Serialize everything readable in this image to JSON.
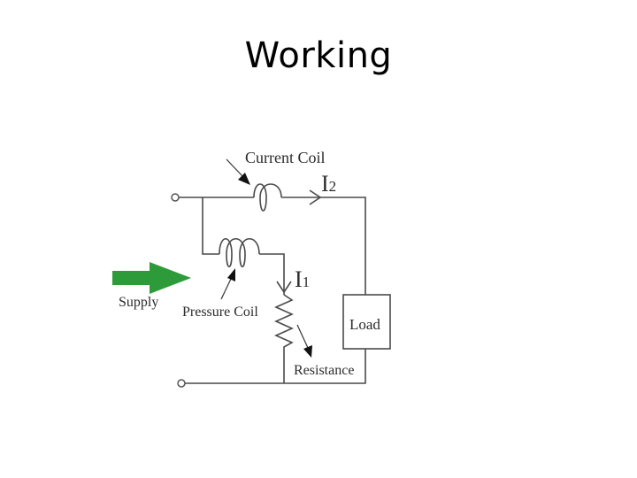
{
  "slide": {
    "title": "Working"
  },
  "diagram": {
    "current_coil_label": "Current Coil",
    "pressure_coil_label": "Pressure Coil",
    "supply_label": "Supply",
    "load_label": "Load",
    "resistance_label": "Resistance",
    "i2_symbol": "I",
    "i2_subscript": "2",
    "i1_symbol": "I",
    "i1_subscript": "1",
    "arrow_color": "#2e9b3b"
  }
}
